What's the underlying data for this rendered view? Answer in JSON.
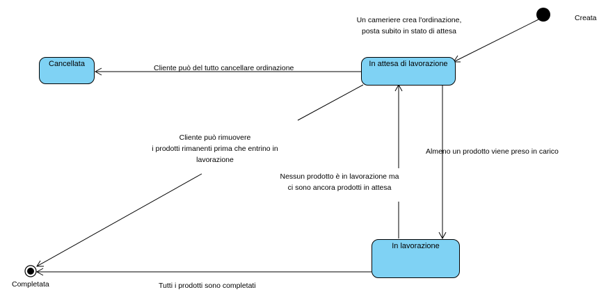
{
  "states": {
    "initial": {
      "label": "Creata"
    },
    "cancelled": {
      "label": "Cancellata"
    },
    "waiting": {
      "label": "In attesa di lavorazione"
    },
    "processing": {
      "label": "In lavorazione"
    },
    "final": {
      "label": "Completata"
    }
  },
  "transitions": {
    "created": {
      "label_line1": "Un cameriere crea l'ordinazione,",
      "label_line2": "posta subito in stato di attesa"
    },
    "cancel": {
      "label": "Cliente può del tutto cancellare ordinazione"
    },
    "remove_remaining": {
      "label_line1": "Cliente può rimuovere",
      "label_line2": "i prodotti rimanenti prima che entrino in",
      "label_line3": "lavorazione"
    },
    "back_to_waiting": {
      "label_line1": "Nessun prodotto è in lavorazione ma",
      "label_line2": "ci sono ancora prodotti in attesa"
    },
    "start_processing": {
      "label": "Almeno un prodotto viene preso in carico"
    },
    "all_completed": {
      "label": "Tutti i prodotti sono completati"
    }
  }
}
